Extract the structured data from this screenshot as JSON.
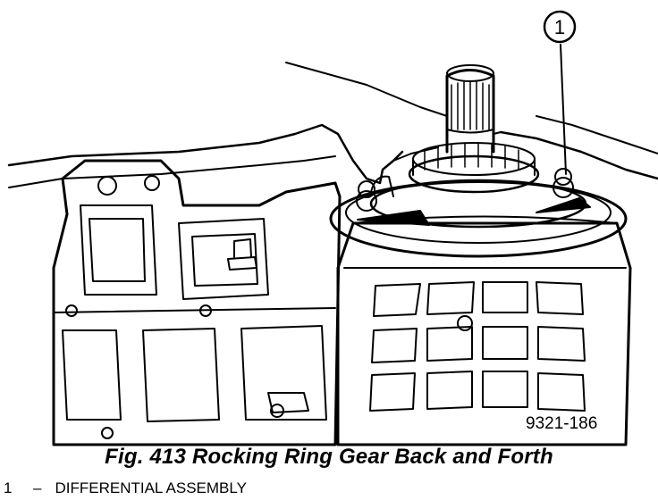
{
  "figure": {
    "callout_number": "1",
    "reference_code": "9321-186",
    "caption": "Fig. 413 Rocking Ring Gear Back and Forth",
    "legend": [
      {
        "number": "1",
        "separator": "–",
        "label": "DIFFERENTIAL ASSEMBLY"
      }
    ]
  }
}
